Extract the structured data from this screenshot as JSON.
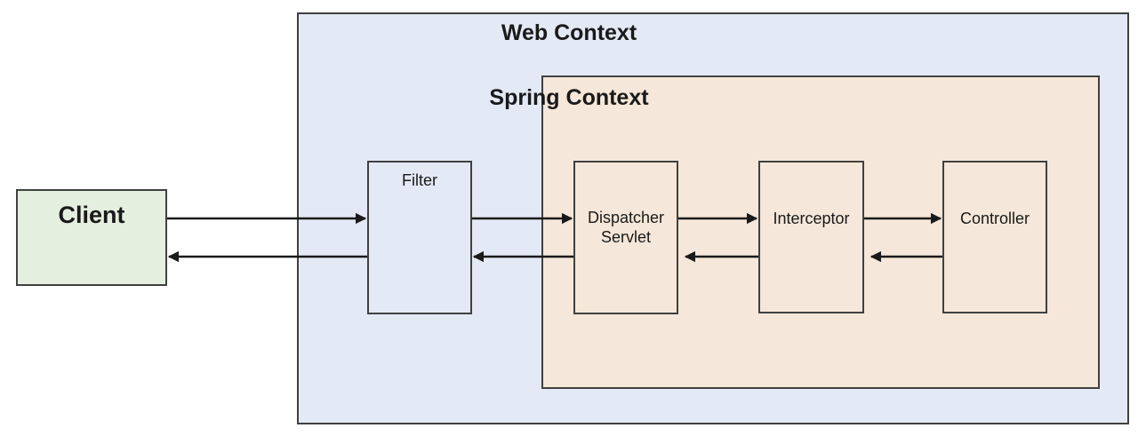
{
  "colors": {
    "canvas-bg": "#ffffff",
    "web-context-fill": "#e3e9f5",
    "spring-context-fill": "#f5e7d9",
    "client-fill": "#e5efdf",
    "node-border": "#404040",
    "arrow": "#1a1a1a",
    "text": "#1a1a1a"
  },
  "diagram": {
    "containers": {
      "web_context": {
        "label": "Web Context"
      },
      "spring_context": {
        "label": "Spring Context"
      }
    },
    "nodes": {
      "client": {
        "label": "Client"
      },
      "filter": {
        "label": "Filter"
      },
      "dispatcher_servlet": {
        "label": "Dispatcher Servlet"
      },
      "interceptor": {
        "label": "Interceptor"
      },
      "controller": {
        "label": "Controller"
      }
    },
    "edges": [
      {
        "from": "Client",
        "to": "Filter",
        "direction": "request"
      },
      {
        "from": "Filter",
        "to": "Dispatcher Servlet",
        "direction": "request"
      },
      {
        "from": "Dispatcher Servlet",
        "to": "Interceptor",
        "direction": "request"
      },
      {
        "from": "Interceptor",
        "to": "Controller",
        "direction": "request"
      },
      {
        "from": "Controller",
        "to": "Interceptor",
        "direction": "response"
      },
      {
        "from": "Interceptor",
        "to": "Dispatcher Servlet",
        "direction": "response"
      },
      {
        "from": "Dispatcher Servlet",
        "to": "Filter",
        "direction": "response"
      },
      {
        "from": "Filter",
        "to": "Client",
        "direction": "response"
      }
    ]
  }
}
